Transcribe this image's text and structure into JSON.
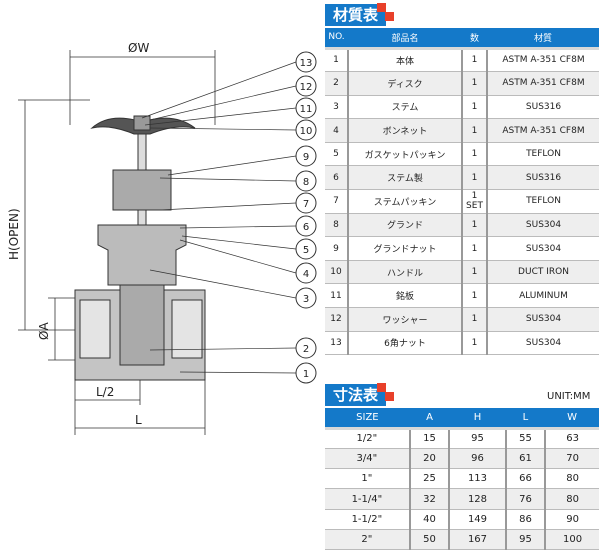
{
  "drawing": {
    "dim_w": "ØW",
    "dim_h": "H(OPEN)",
    "dim_a": "ØA",
    "dim_l2": "L/2",
    "dim_l": "L",
    "callouts": [
      "1",
      "2",
      "3",
      "4",
      "5",
      "6",
      "7",
      "8",
      "9",
      "10",
      "11",
      "12",
      "13"
    ]
  },
  "materials": {
    "title": "材質表",
    "headers": [
      "NO.",
      "部品名",
      "数",
      "材質"
    ],
    "rows": [
      [
        "1",
        "本体",
        "1",
        "ASTM A-351 CF8M"
      ],
      [
        "2",
        "ディスク",
        "1",
        "ASTM A-351 CF8M"
      ],
      [
        "3",
        "ステム",
        "1",
        "SUS316"
      ],
      [
        "4",
        "ボンネット",
        "1",
        "ASTM A-351 CF8M"
      ],
      [
        "5",
        "ガスケットパッキン",
        "1",
        "TEFLON"
      ],
      [
        "6",
        "ステム製",
        "1",
        "SUS316"
      ],
      [
        "7",
        "ステムパッキン",
        "1 SET",
        "TEFLON"
      ],
      [
        "8",
        "グランド",
        "1",
        "SUS304"
      ],
      [
        "9",
        "グランドナット",
        "1",
        "SUS304"
      ],
      [
        "10",
        "ハンドル",
        "1",
        "DUCT IRON"
      ],
      [
        "11",
        "銘板",
        "1",
        "ALUMINUM"
      ],
      [
        "12",
        "ワッシャー",
        "1",
        "SUS304"
      ],
      [
        "13",
        "6角ナット",
        "1",
        "SUS304"
      ]
    ]
  },
  "dimensions": {
    "title": "寸法表",
    "unit": "UNIT:MM",
    "headers": [
      "SIZE",
      "A",
      "H",
      "L",
      "W"
    ],
    "rows": [
      [
        "1/2\"",
        "15",
        "95",
        "55",
        "63"
      ],
      [
        "3/4\"",
        "20",
        "96",
        "61",
        "70"
      ],
      [
        "1\"",
        "25",
        "113",
        "66",
        "80"
      ],
      [
        "1-1/4\"",
        "32",
        "128",
        "76",
        "80"
      ],
      [
        "1-1/2\"",
        "40",
        "149",
        "86",
        "90"
      ],
      [
        "2\"",
        "50",
        "167",
        "95",
        "100"
      ]
    ]
  },
  "colors": {
    "accent": "#1479c9",
    "red": "#e8402a"
  }
}
